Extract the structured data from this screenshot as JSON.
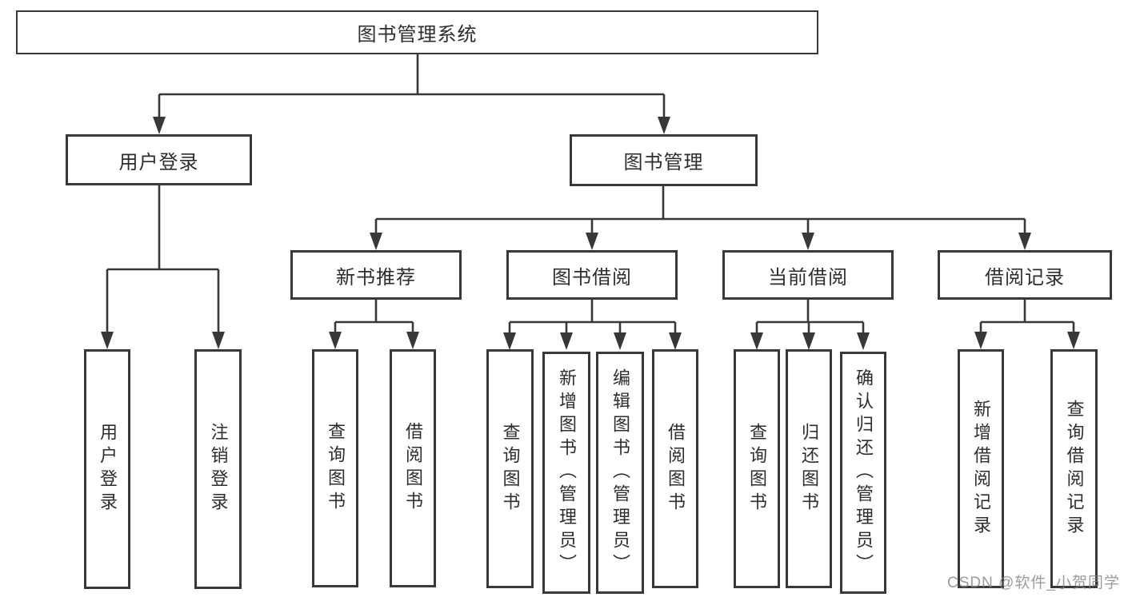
{
  "diagram_title": "图书管理系统",
  "watermark": "CSDN @软件_小贺同学",
  "tree": {
    "root": {
      "label": "图书管理系统"
    },
    "branches": [
      {
        "label": "用户登录",
        "children": [
          {
            "label": "用户登录"
          },
          {
            "label": "注销登录"
          }
        ]
      },
      {
        "label": "图书管理",
        "sections": [
          {
            "label": "新书推荐",
            "children": [
              {
                "label": "查询图书"
              },
              {
                "label": "借阅图书"
              }
            ]
          },
          {
            "label": "图书借阅",
            "children": [
              {
                "label": "查询图书"
              },
              {
                "label": "新增图书（管理员）"
              },
              {
                "label": "编辑图书（管理员）"
              },
              {
                "label": "借阅图书"
              }
            ]
          },
          {
            "label": "当前借阅",
            "children": [
              {
                "label": "查询图书"
              },
              {
                "label": "归还图书"
              },
              {
                "label": "确认归还（管理员）"
              }
            ]
          },
          {
            "label": "借阅记录",
            "children": [
              {
                "label": "新增借阅记录"
              },
              {
                "label": "查询借阅记录"
              }
            ]
          }
        ]
      }
    ]
  }
}
